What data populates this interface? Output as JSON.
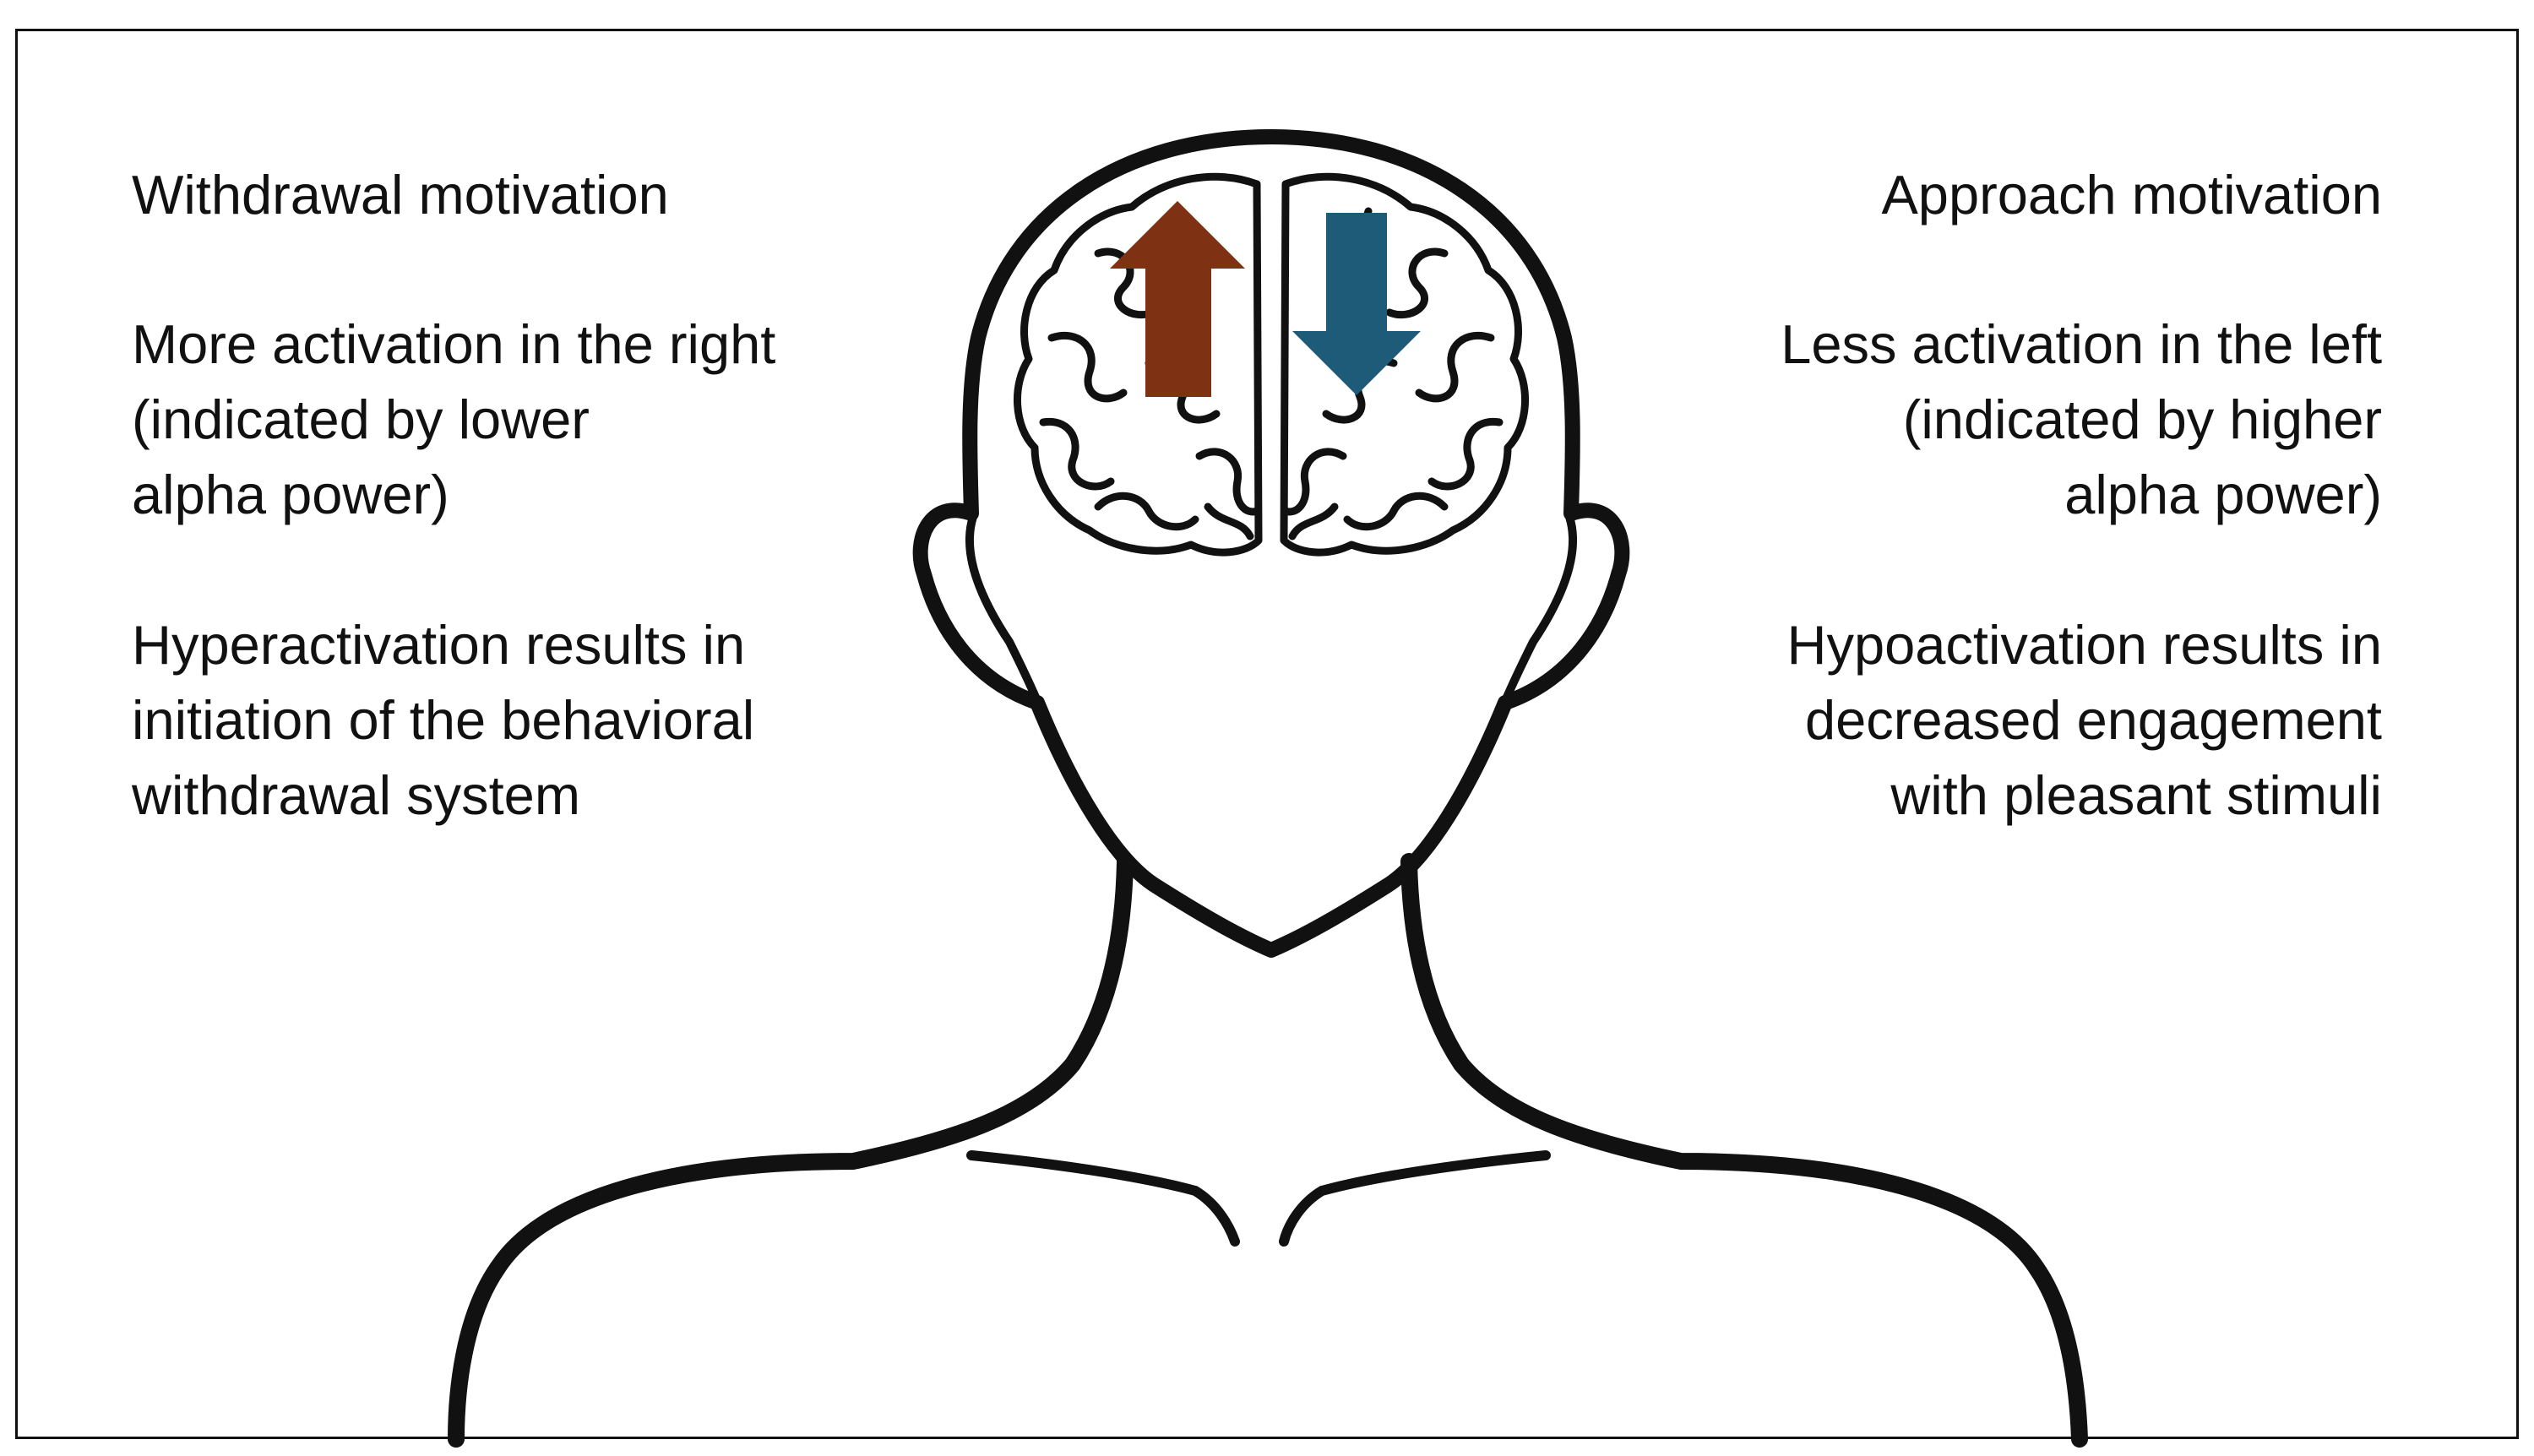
{
  "left_panel": {
    "heading": "Withdrawal motivation",
    "activation": "More activation in the right\n(indicated by lower\nalpha power)",
    "consequence": "Hyperactivation results in\ninitiation of the behavioral\nwithdrawal system"
  },
  "right_panel": {
    "heading": "Approach motivation",
    "activation": "Less activation in the left\n(indicated by higher\nalpha power)",
    "consequence": "Hypoactivation results in\ndecreased engagement\nwith pleasant stimuli"
  },
  "illustration": {
    "subject": "head-and-shoulders silhouette with brain",
    "up_arrow_color": "#7f3213",
    "down_arrow_color": "#1e5b78",
    "outline_color": "#111111"
  }
}
